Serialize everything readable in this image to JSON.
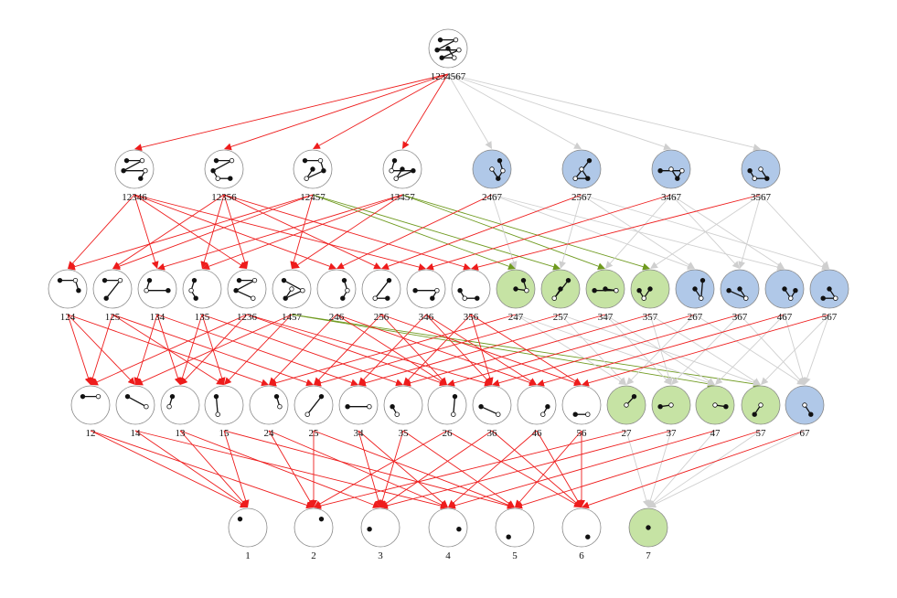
{
  "colors": {
    "white_node": "#ffffff",
    "blue_node": "#b0c8e8",
    "green_node": "#c6e3a4",
    "node_border": "#888888",
    "edge_red": "#ee1c1c",
    "edge_gray": "#cfcfcf",
    "edge_green": "#6f9a1f"
  },
  "levels": [
    [
      {
        "id": "1234567",
        "color": "white"
      }
    ],
    [
      {
        "id": "12346",
        "color": "white"
      },
      {
        "id": "12356",
        "color": "white"
      },
      {
        "id": "12457",
        "color": "white"
      },
      {
        "id": "13457",
        "color": "white"
      },
      {
        "id": "2467",
        "color": "blue"
      },
      {
        "id": "2567",
        "color": "blue"
      },
      {
        "id": "3467",
        "color": "blue"
      },
      {
        "id": "3567",
        "color": "blue"
      }
    ],
    [
      {
        "id": "124",
        "color": "white"
      },
      {
        "id": "125",
        "color": "white"
      },
      {
        "id": "134",
        "color": "white"
      },
      {
        "id": "135",
        "color": "white"
      },
      {
        "id": "1236",
        "color": "white"
      },
      {
        "id": "1457",
        "color": "white"
      },
      {
        "id": "246",
        "color": "white"
      },
      {
        "id": "256",
        "color": "white"
      },
      {
        "id": "346",
        "color": "white"
      },
      {
        "id": "356",
        "color": "white"
      },
      {
        "id": "247",
        "color": "green"
      },
      {
        "id": "257",
        "color": "green"
      },
      {
        "id": "347",
        "color": "green"
      },
      {
        "id": "357",
        "color": "green"
      },
      {
        "id": "267",
        "color": "blue"
      },
      {
        "id": "367",
        "color": "blue"
      },
      {
        "id": "467",
        "color": "blue"
      },
      {
        "id": "567",
        "color": "blue"
      }
    ],
    [
      {
        "id": "12",
        "color": "white"
      },
      {
        "id": "14",
        "color": "white"
      },
      {
        "id": "13",
        "color": "white"
      },
      {
        "id": "15",
        "color": "white"
      },
      {
        "id": "24",
        "color": "white"
      },
      {
        "id": "25",
        "color": "white"
      },
      {
        "id": "34",
        "color": "white"
      },
      {
        "id": "35",
        "color": "white"
      },
      {
        "id": "26",
        "color": "white"
      },
      {
        "id": "36",
        "color": "white"
      },
      {
        "id": "46",
        "color": "white"
      },
      {
        "id": "56",
        "color": "white"
      },
      {
        "id": "27",
        "color": "green"
      },
      {
        "id": "37",
        "color": "green"
      },
      {
        "id": "47",
        "color": "green"
      },
      {
        "id": "57",
        "color": "green"
      },
      {
        "id": "67",
        "color": "blue"
      }
    ],
    [
      {
        "id": "1",
        "color": "white"
      },
      {
        "id": "2",
        "color": "white"
      },
      {
        "id": "3",
        "color": "white"
      },
      {
        "id": "4",
        "color": "white"
      },
      {
        "id": "5",
        "color": "white"
      },
      {
        "id": "6",
        "color": "white"
      },
      {
        "id": "7",
        "color": "green"
      }
    ]
  ]
}
